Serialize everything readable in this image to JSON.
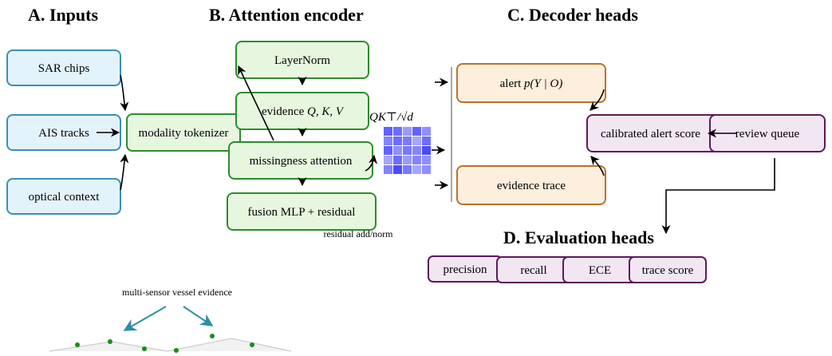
{
  "sections": {
    "inputs": "A. Inputs",
    "encoder": "B. Attention encoder",
    "decoder": "C. Decoder heads",
    "evaluation": "D. Evaluation heads"
  },
  "inputs": {
    "sar": "SAR chips",
    "ais": "AIS tracks",
    "optical": "optical context",
    "tokenizer": "modality tokenizer"
  },
  "encoder": {
    "layernorm": "LayerNorm",
    "evidence_prefix": "evidence ",
    "evidence_math": "Q, K, V",
    "missingness": "missingness attention",
    "fusion": "fusion MLP + residual",
    "residual_note": "residual add/norm",
    "attention_formula": "QK⊤/√d"
  },
  "decoder": {
    "alert_prefix": "alert ",
    "alert_math": "p(Y | O)",
    "evidence_trace": "evidence trace",
    "calibrated": "calibrated alert score",
    "review_queue": "review queue"
  },
  "evaluation": {
    "precision": "precision",
    "recall": "recall",
    "ece": "ECE",
    "trace_score": "trace score"
  },
  "inset": {
    "caption": "multi-sensor vessel evidence"
  },
  "colors": {
    "input_fill": "#e3f3fb",
    "input_stroke": "#3a8fb7",
    "encoder_fill": "#e7f7df",
    "encoder_stroke": "#2e8b2e",
    "decoder_fill": "#fdeedd",
    "decoder_stroke": "#b8732a",
    "eval_fill": "#f3e6f3",
    "eval_stroke": "#5c1a5c",
    "arrow_teal": "#2b8fa8",
    "dot_green": "#1a8a1a"
  }
}
